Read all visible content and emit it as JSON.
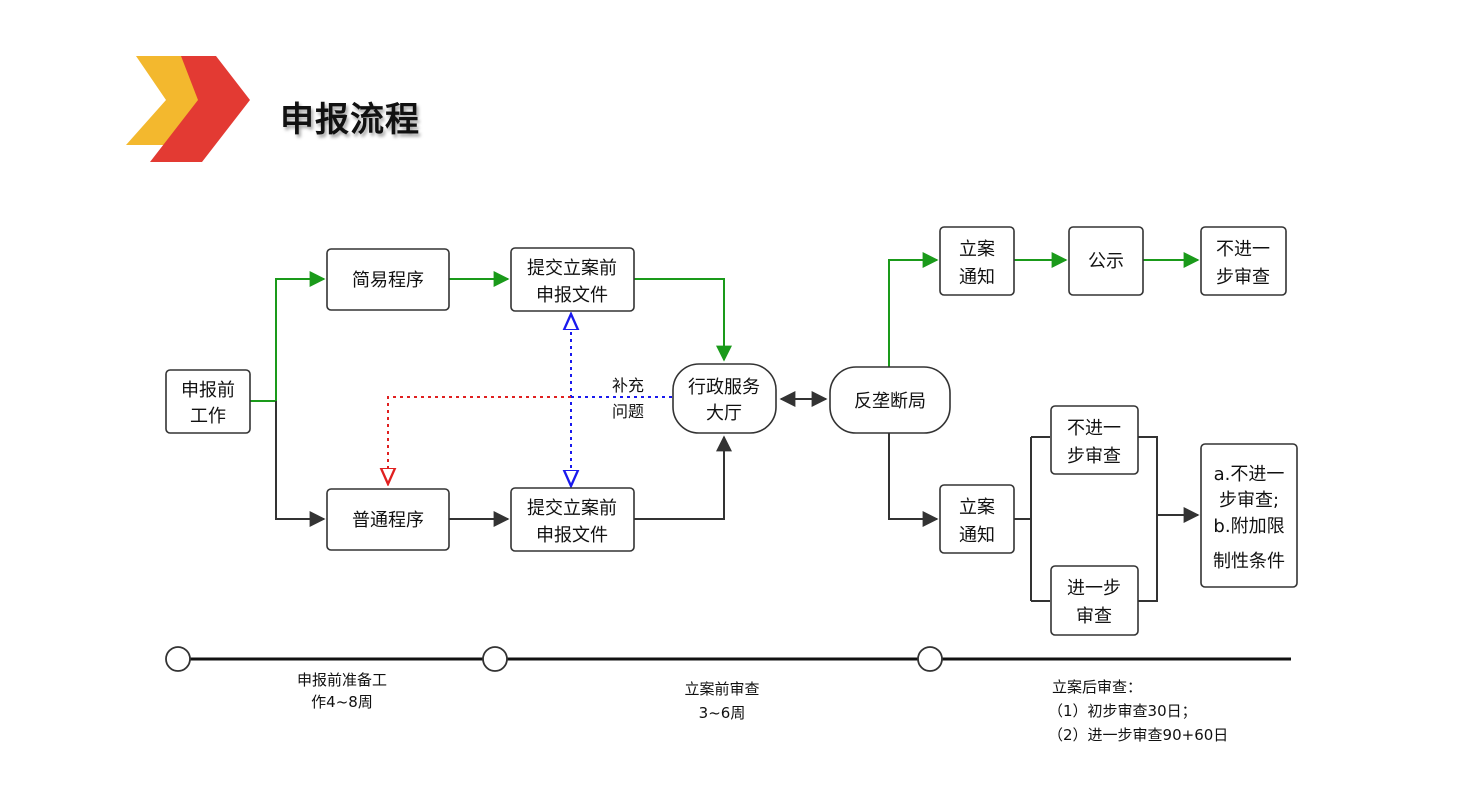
{
  "title": "申报流程",
  "colors": {
    "green": "#1a9a1a",
    "dark": "#333333",
    "blue": "#1a1aee",
    "red": "#e02020",
    "logo_yellow": "#f3b82e",
    "logo_red": "#e33a33"
  },
  "nodes": {
    "pre_work": [
      "申报前",
      "工作"
    ],
    "simple": "简易程序",
    "submit_top": [
      "提交立案前",
      "申报文件"
    ],
    "normal": "普通程序",
    "submit_bottom": [
      "提交立案前",
      "申报文件"
    ],
    "hall": [
      "行政服务",
      "大厅"
    ],
    "bureau": "反垄断局",
    "notice_top": [
      "立案",
      "通知"
    ],
    "publicity": "公示",
    "no_further_top": [
      "不进一",
      "步审查"
    ],
    "notice_bottom": [
      "立案",
      "通知"
    ],
    "no_further_mid": [
      "不进一",
      "步审查"
    ],
    "further": [
      "进一步",
      "审查"
    ],
    "result": [
      "a.不进一",
      "步审查;",
      "b.附加限",
      "制性条件"
    ],
    "supplement": [
      "补充",
      "问题"
    ]
  },
  "timeline": [
    {
      "lines": [
        "申报前准备工",
        "作4~8周"
      ]
    },
    {
      "lines": [
        "立案前审查",
        "3~6周"
      ]
    },
    {
      "lines": [
        "立案后审查：",
        "（1）初步审查30日；",
        "（2）进一步审查90+60日"
      ]
    }
  ]
}
